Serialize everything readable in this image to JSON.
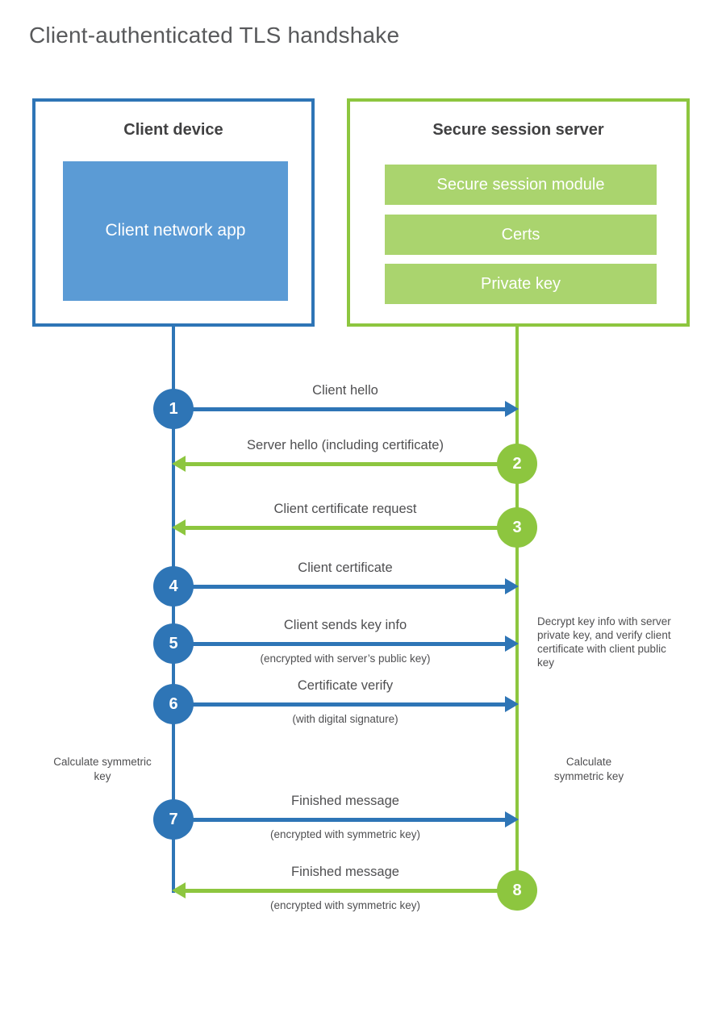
{
  "title": "Client-authenticated TLS handshake",
  "colors": {
    "blue": "#2e75b6",
    "blue_fill": "#5b9bd5",
    "green": "#8dc63f",
    "green_fill": "#aad46e"
  },
  "client": {
    "title": "Client device",
    "module": "Client network app"
  },
  "server": {
    "title": "Secure session server",
    "modules": [
      "Secure session module",
      "Certs",
      "Private key"
    ]
  },
  "steps": [
    {
      "num": "1",
      "from": "client",
      "label": "Client hello",
      "sub": ""
    },
    {
      "num": "2",
      "from": "server",
      "label": "Server hello (including certificate)",
      "sub": ""
    },
    {
      "num": "3",
      "from": "server",
      "label": "Client certificate request",
      "sub": ""
    },
    {
      "num": "4",
      "from": "client",
      "label": "Client certificate",
      "sub": ""
    },
    {
      "num": "5",
      "from": "client",
      "label": "Client sends key info",
      "sub": "(encrypted with server’s public key)"
    },
    {
      "num": "6",
      "from": "client",
      "label": "Certificate verify",
      "sub": "(with digital signature)"
    },
    {
      "num": "7",
      "from": "client",
      "label": "Finished message",
      "sub": "(encrypted with symmetric key)"
    },
    {
      "num": "8",
      "from": "server",
      "label": "Finished message",
      "sub": "(encrypted with symmetric key)"
    }
  ],
  "annotations": {
    "decrypt_note": "Decrypt key info with server private key, and verify client certificate with client public key",
    "calculate_left": "Calculate symmetric key",
    "calculate_right": "Calculate symmetric key"
  }
}
